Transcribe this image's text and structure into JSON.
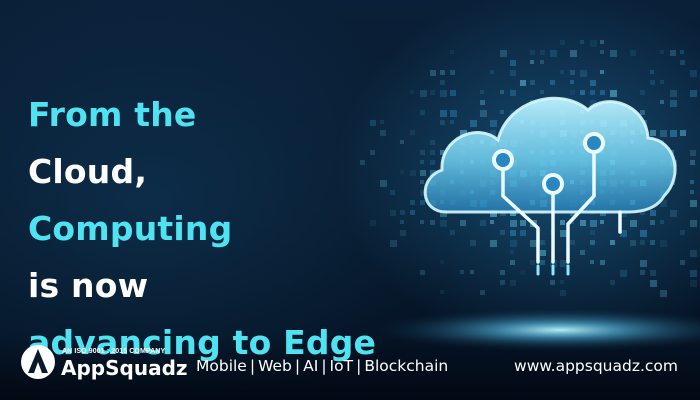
{
  "headline": {
    "line1_part1": "From the ",
    "line1_part2": "Cloud,",
    "line2_part1": "Computing ",
    "line2_part2": "is now",
    "line3": "advancing to Edge"
  },
  "brand": {
    "tagline": "AN ISO 9001 : 2015 COMPANY",
    "name": "AppSquadz",
    "logo_icon": "appsquadz-logo-icon"
  },
  "services": [
    "Mobile",
    "Web",
    "AI",
    "IoT",
    "Blockchain"
  ],
  "separator": "|",
  "website": "www.appsquadz.com",
  "illustration": {
    "icon": "cloud-circuit-icon",
    "accent_color": "#4fe3f2",
    "glow_color": "#8fe6ff"
  },
  "colors": {
    "background": "#061424",
    "headline_white": "#ffffff",
    "headline_cyan": "#4fe3f2"
  }
}
